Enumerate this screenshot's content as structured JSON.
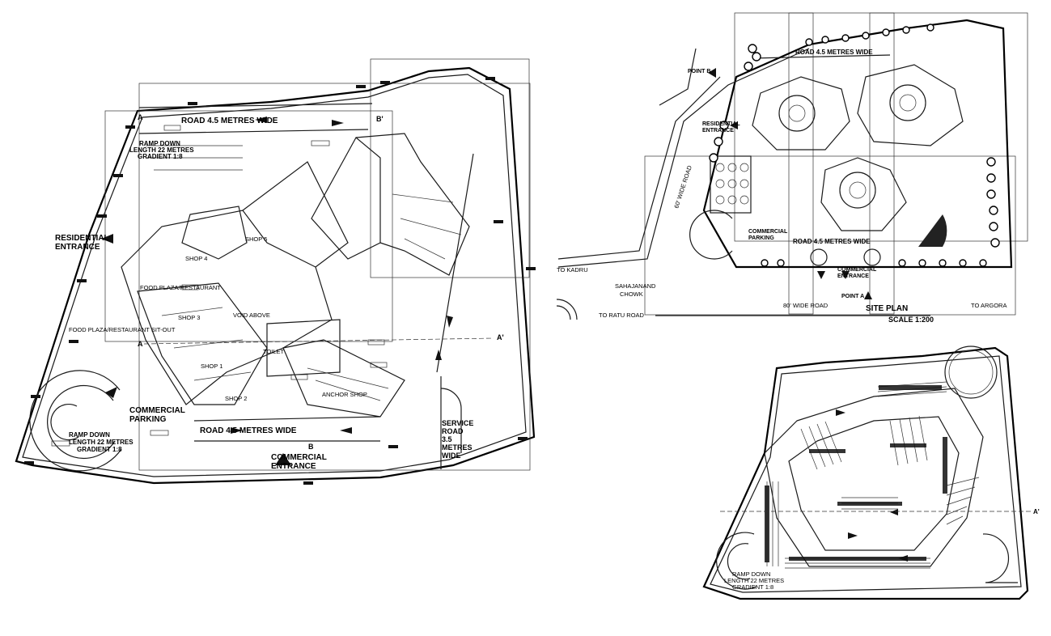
{
  "main_plan": {
    "road_top": "ROAD 4.5 METRES WIDE",
    "road_bottom": "ROAD 4.5 METRES WIDE",
    "ramp_top": [
      "RAMP DOWN",
      "LENGTH 22 METRES",
      "GRADIENT 1:8"
    ],
    "ramp_bottom": [
      "RAMP DOWN",
      "LENGTH 22 METRES",
      "GRADIENT 1:8"
    ],
    "residential_entrance": [
      "RESIDENTIAL",
      "ENTRANCE"
    ],
    "commercial_parking": [
      "COMMERCIAL",
      "PARKING"
    ],
    "commercial_entrance": [
      "COMMERCIAL",
      "ENTRANCE"
    ],
    "service_road": [
      "SERVICE",
      "ROAD",
      "3.5",
      "METRES",
      "WIDE"
    ],
    "section_a": "A",
    "section_a_prime": "A'",
    "section_b": "B",
    "section_b_prime": "B'",
    "room_labels": [
      "FOOD PLAZA/RESTAURANT",
      "SHOP 1",
      "SHOP 2",
      "SHOP 3",
      "SHOP 4",
      "SHOP 5",
      "TOILET",
      "ANCHOR SHOP",
      "FOOD PLAZA/RESTAURANT SIT-OUT",
      "VOID ABOVE"
    ]
  },
  "site_plan": {
    "title": "SITE PLAN",
    "scale": "SCALE 1:200",
    "road_top": "ROAD 4.5 METRES WIDE",
    "road_bottom": "ROAD 4.5 METRES WIDE",
    "point_a": "POINT A",
    "point_b": "POINT B",
    "residential_entrance": [
      "RESIDENTIAL",
      "ENTRANCE"
    ],
    "commercial_parking": [
      "COMMERCIAL",
      "PARKING"
    ],
    "commercial_entrance": [
      "COMMERCIAL",
      "ENTRANCE"
    ],
    "side_road": "60' WIDE ROAD",
    "bottom_road": "80' WIDE ROAD",
    "to_kadru": "TO KADRU",
    "sahajanand_chowk": [
      "SAHAJANAND",
      "CHOWK"
    ],
    "to_ratu_road": "TO RATU ROAD",
    "to_argora": "TO ARGORA"
  },
  "basement_plan": {
    "section_a_prime": "A'",
    "ramp": [
      "RAMP DOWN",
      "LENGTH 22 METRES",
      "GRADIENT 1:8"
    ]
  },
  "colors": {
    "ink": "#000000",
    "paper": "#ffffff"
  }
}
